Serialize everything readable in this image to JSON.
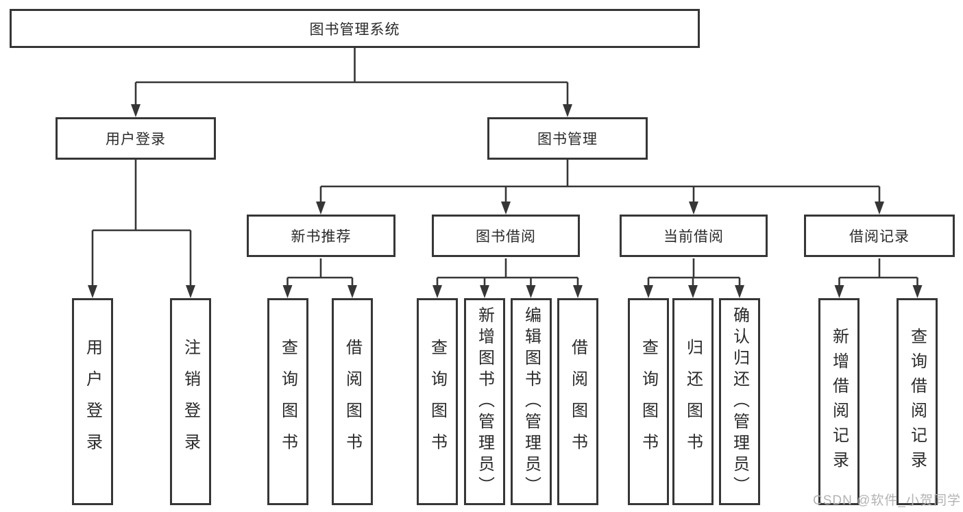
{
  "diagram": {
    "root": {
      "label": "图书管理系统"
    },
    "level2": [
      {
        "label": "用户登录"
      },
      {
        "label": "图书管理"
      }
    ],
    "level3": [
      {
        "label": "新书推荐"
      },
      {
        "label": "图书借阅"
      },
      {
        "label": "当前借阅"
      },
      {
        "label": "借阅记录"
      }
    ],
    "leaves": {
      "user_login": [
        "用户登录",
        "注销登录"
      ],
      "new_book_recommend": [
        "查询图书",
        "借阅图书"
      ],
      "book_borrow": [
        "查询图书",
        "新增图书（管理员）",
        "编辑图书（管理员）",
        "借阅图书"
      ],
      "current_borrow": [
        "查询图书",
        "归还图书",
        "确认归还（管理员）"
      ],
      "borrow_records": [
        "新增借阅记录",
        "查询借阅记录"
      ]
    }
  },
  "watermark": "CSDN @软件_小贺同学",
  "colors": {
    "line": "#363636",
    "text": "#2a2a2a",
    "watermark": "#b3b3b3",
    "background": "#ffffff"
  }
}
